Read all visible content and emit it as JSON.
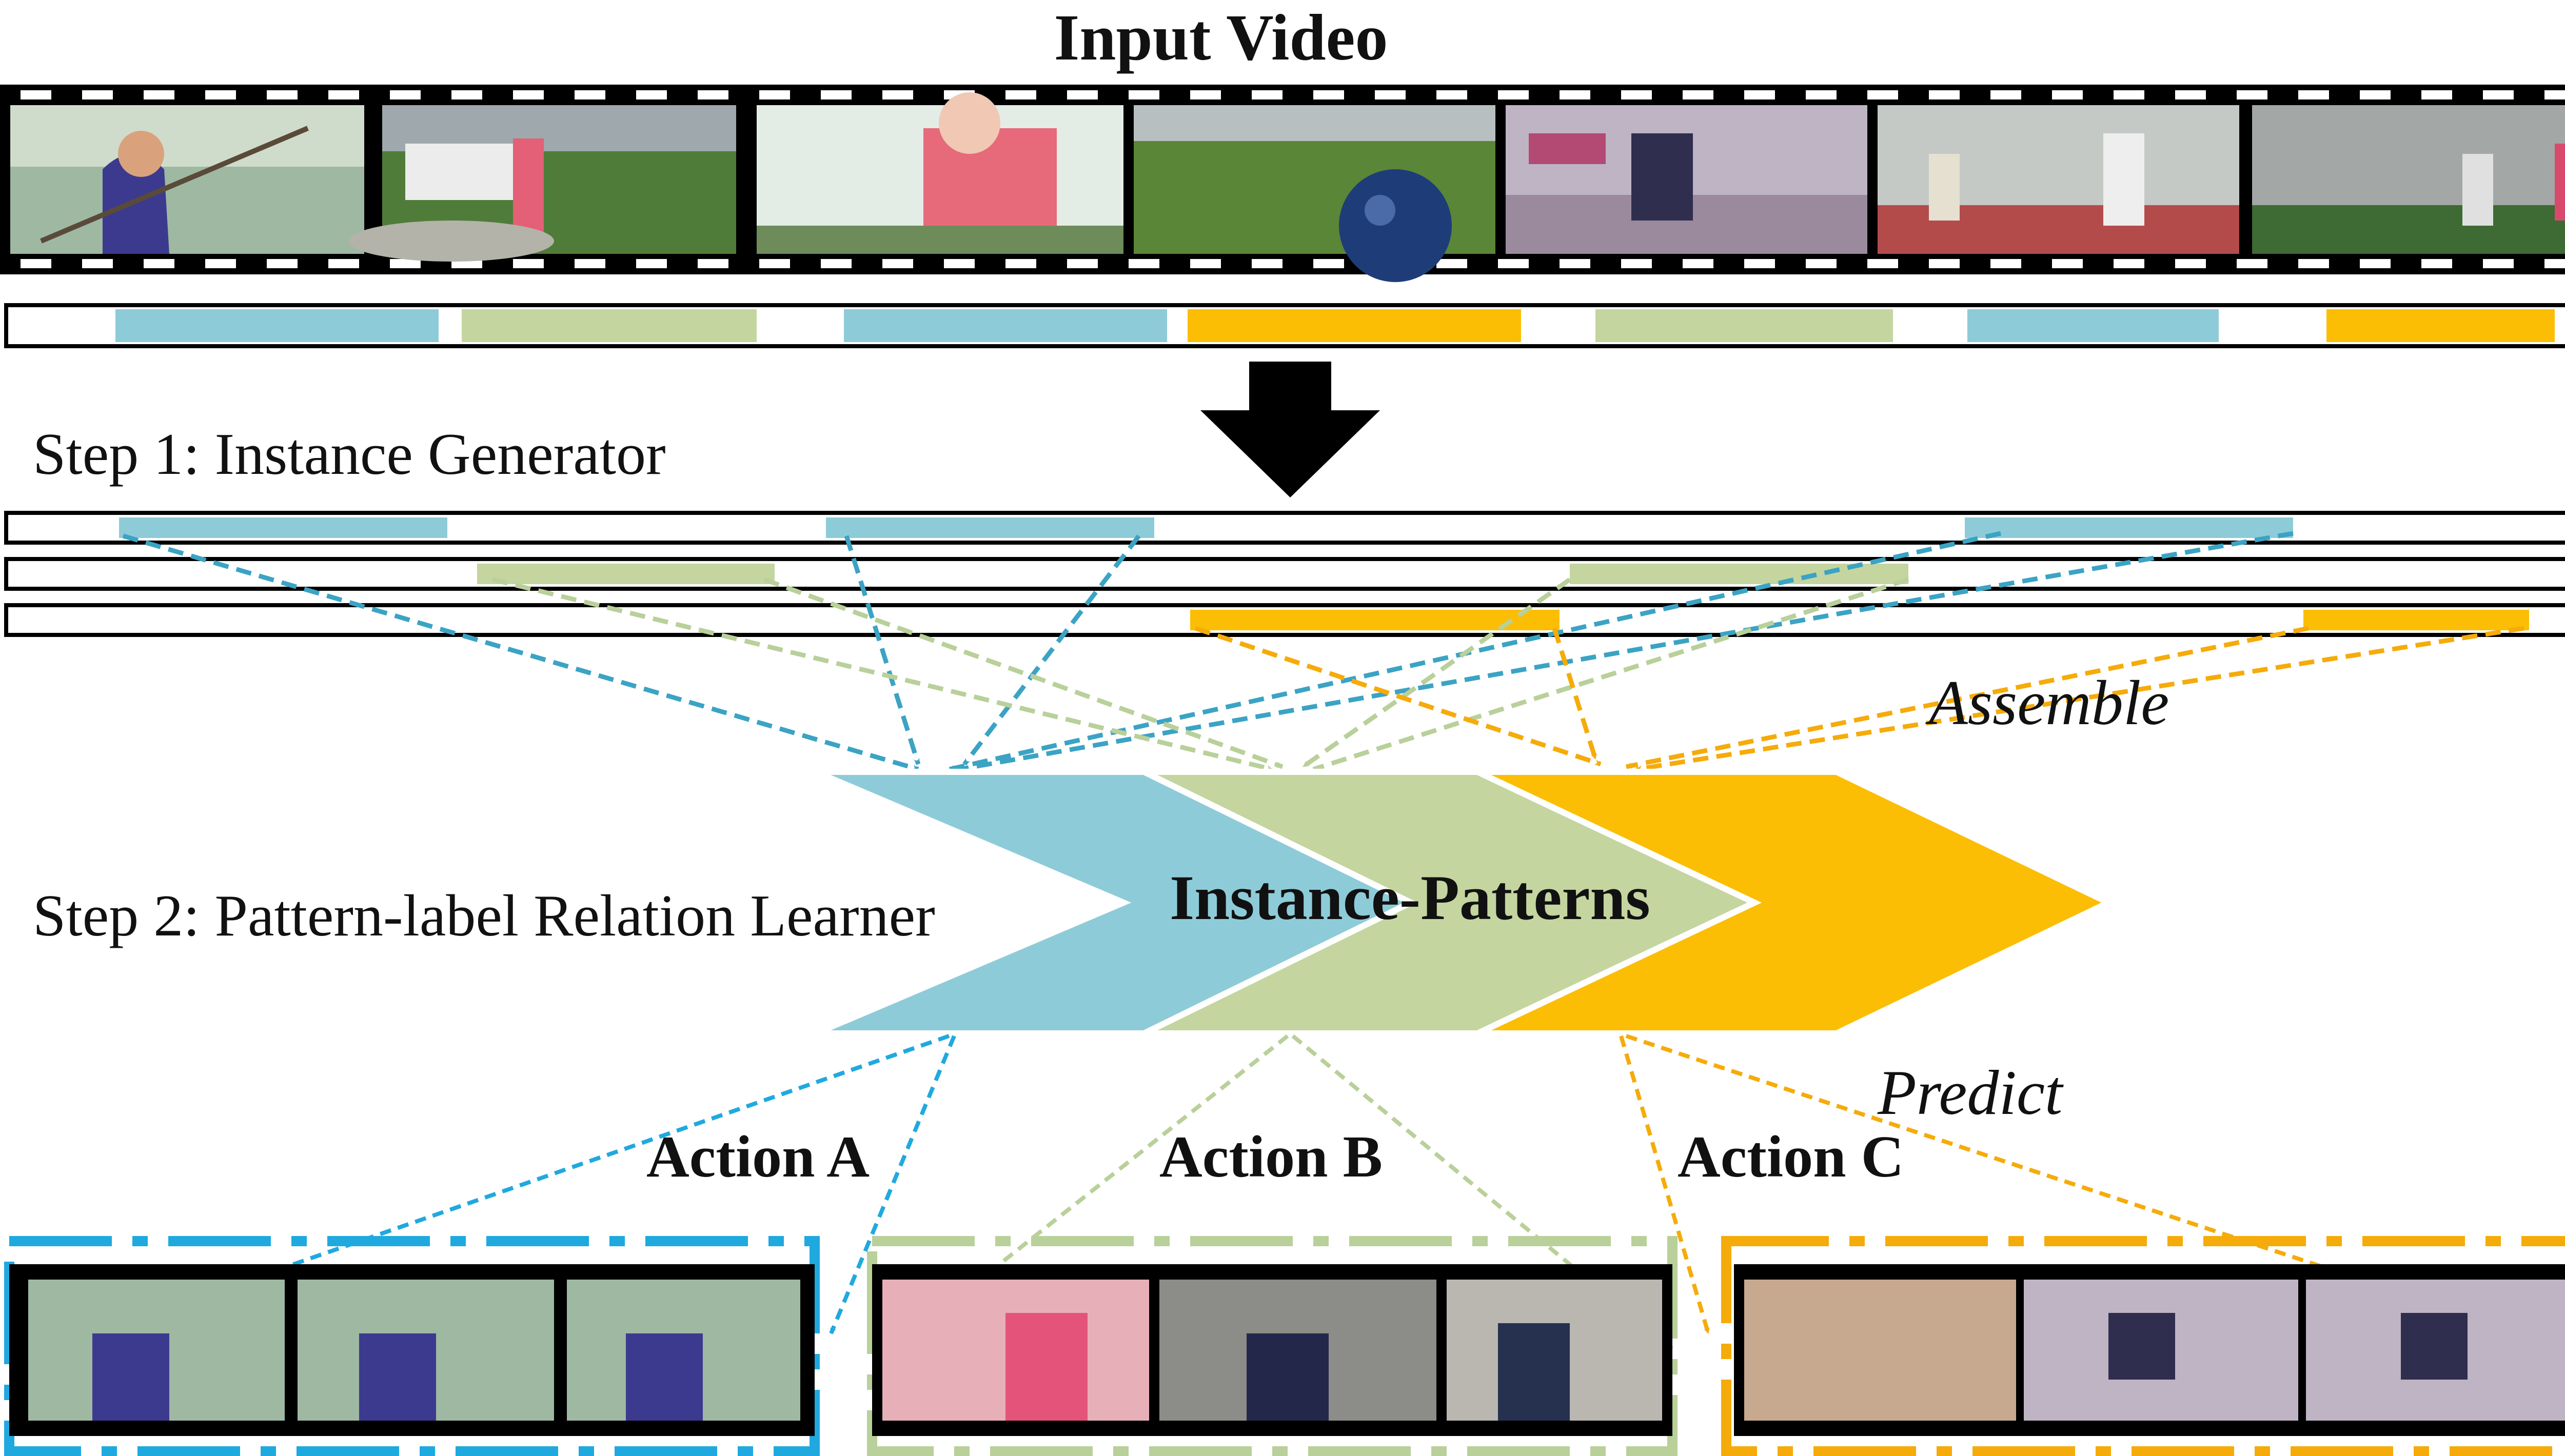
{
  "title": "Input Video",
  "step1_label": "Step 1:  Instance Generator",
  "step2_label": "Step 2:  Pattern-label Relation Learner",
  "assemble_label": "Assemble",
  "predict_label": "Predict",
  "patterns_label": "Instance-Patterns",
  "actions": [
    {
      "label": "Action A",
      "color": "#8ecbd8"
    },
    {
      "label": "Action B",
      "color": "#c4d59f"
    },
    {
      "label": "Action C",
      "color": "#fbbe05"
    }
  ],
  "colors": {
    "blue": "#8ecbd8",
    "green": "#c4d59f",
    "orange": "#fbbe05",
    "blue_arrow": "#3ba3c4",
    "green_arrow": "#b9d09a",
    "orange_arrow": "#f5ab0a",
    "cyan_dash": "#1fa9df"
  },
  "icons": [
    "filmstrip-icon",
    "down-arrow-icon"
  ]
}
